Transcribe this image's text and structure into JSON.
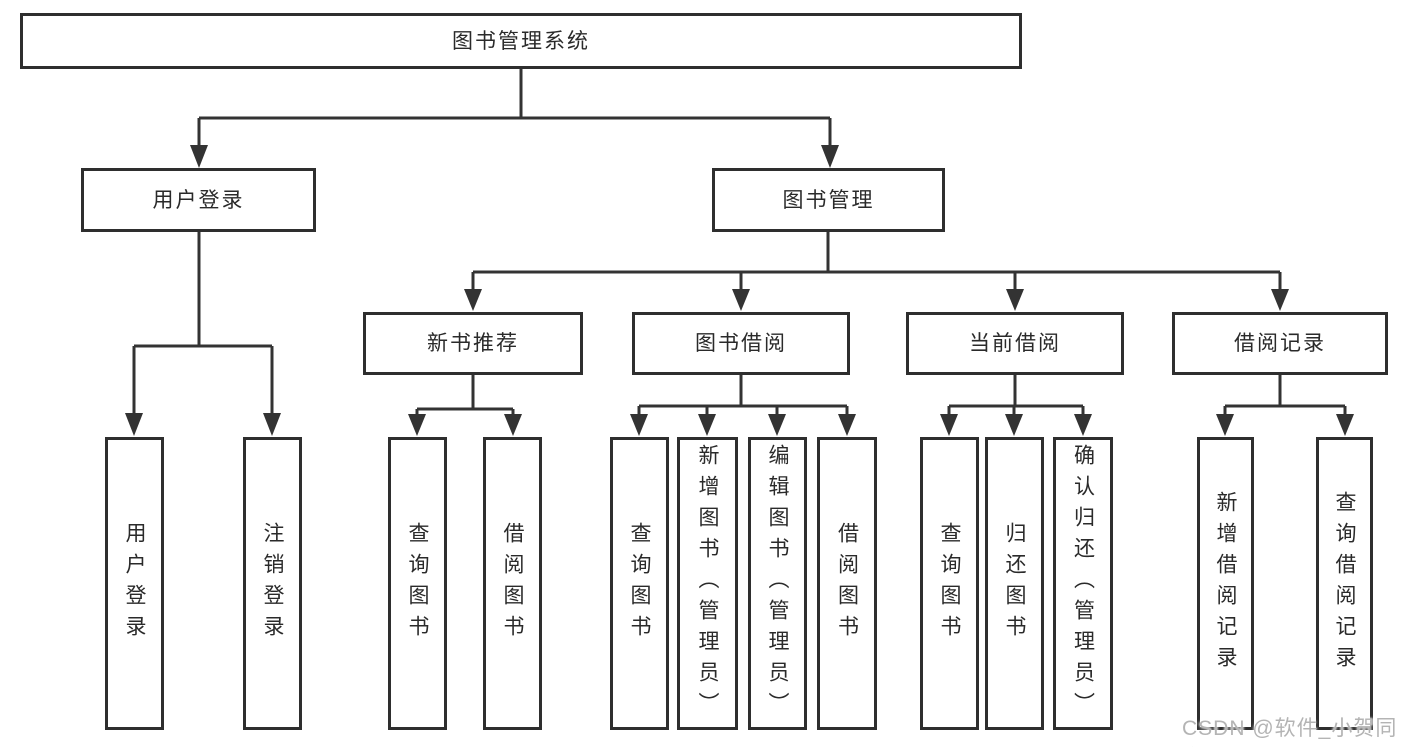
{
  "tree": {
    "label": "图书管理系统",
    "children": [
      {
        "label": "用户登录",
        "children": [
          {
            "label": "用户登录"
          },
          {
            "label": "注销登录"
          }
        ]
      },
      {
        "label": "图书管理",
        "children": [
          {
            "label": "新书推荐",
            "children": [
              {
                "label": "查询图书"
              },
              {
                "label": "借阅图书"
              }
            ]
          },
          {
            "label": "图书借阅",
            "children": [
              {
                "label": "查询图书"
              },
              {
                "label": "新增图书（管理员）"
              },
              {
                "label": "编辑图书（管理员）"
              },
              {
                "label": "借阅图书"
              }
            ]
          },
          {
            "label": "当前借阅",
            "children": [
              {
                "label": "查询图书"
              },
              {
                "label": "归还图书"
              },
              {
                "label": "确认归还（管理员）"
              }
            ]
          },
          {
            "label": "借阅记录",
            "children": [
              {
                "label": "新增借阅记录"
              },
              {
                "label": "查询借阅记录"
              }
            ]
          }
        ]
      }
    ]
  },
  "watermark": "CSDN @软件_小贺同学",
  "colors": {
    "box_border": "#2e2e2e",
    "connector_line": "#333333",
    "text": "#2a2a2a",
    "watermark_text": "#b4b4b4",
    "background": "#ffffff"
  }
}
